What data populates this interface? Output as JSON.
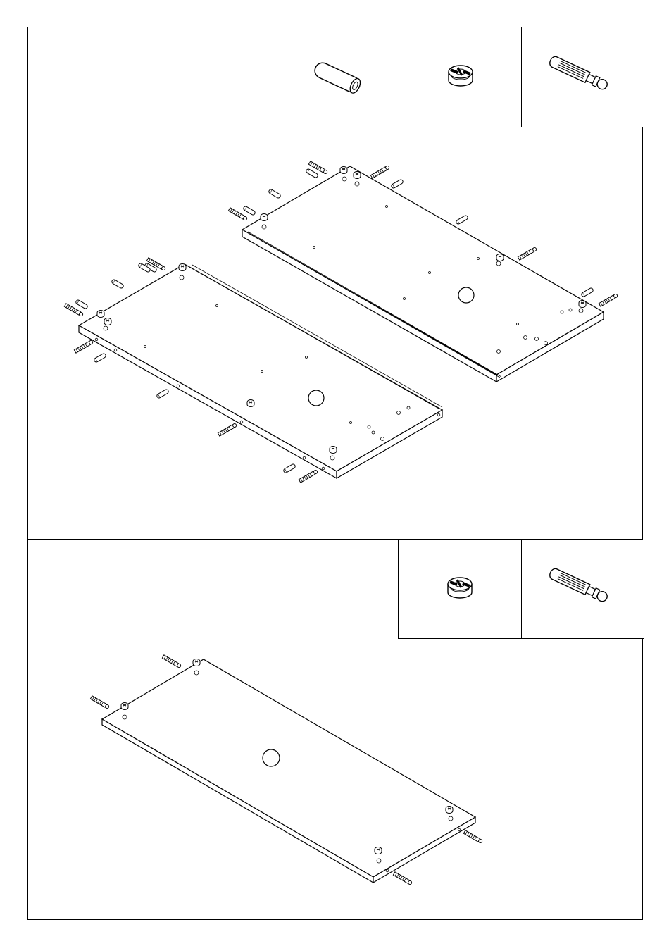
{
  "sheet": {
    "steps": [
      {
        "parts": [
          {
            "icon": "wooden-dowel-icon"
          },
          {
            "icon": "cam-lock-nut-icon"
          },
          {
            "icon": "cam-bolt-icon"
          }
        ],
        "panels": [
          "upper-panel-with-groove",
          "lower-panel-with-groove"
        ]
      },
      {
        "parts": [
          {
            "icon": "cam-lock-nut-icon"
          },
          {
            "icon": "cam-bolt-icon"
          }
        ],
        "panels": [
          "single-panel"
        ]
      }
    ]
  },
  "colors": {
    "line": "#000000",
    "background": "#ffffff"
  }
}
